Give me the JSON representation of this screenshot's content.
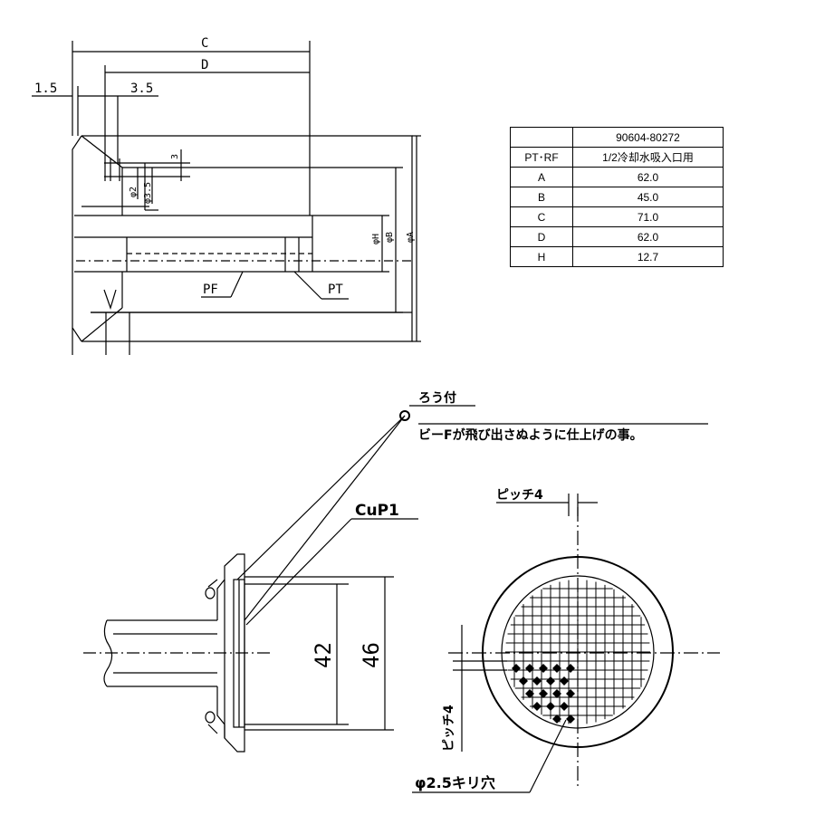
{
  "top_view": {
    "dim_c": "C",
    "dim_d": "D",
    "dim_left": "1.5",
    "dim_mid": "3.5",
    "dim_3": "3",
    "dim_phi2": "φ2",
    "dim_phi35": "φ3.5",
    "dim_phih": "φH",
    "dim_phib": "φB",
    "dim_phia": "φA",
    "label_pf": "PF",
    "label_pt": "PT"
  },
  "spec_table": {
    "header": [
      "",
      "90604-80272"
    ],
    "rows": [
      {
        "key": "PT･RF",
        "value": "1/2冷却水吸入口用"
      },
      {
        "key": "A",
        "value": "62.0"
      },
      {
        "key": "B",
        "value": "45.0"
      },
      {
        "key": "C",
        "value": "71.0"
      },
      {
        "key": "D",
        "value": "62.0"
      },
      {
        "key": "H",
        "value": "12.7"
      }
    ]
  },
  "bottom_view": {
    "note_brazed": "ろう付",
    "note_finish": "ビーFが飛び出さぬように仕上げの事。",
    "material": "CuP1",
    "dim_42": "42",
    "dim_46": "46",
    "pitch_top": "ピッチ4",
    "pitch_side": "ピッチ4",
    "hole_spec": "φ2.5キリ穴"
  }
}
